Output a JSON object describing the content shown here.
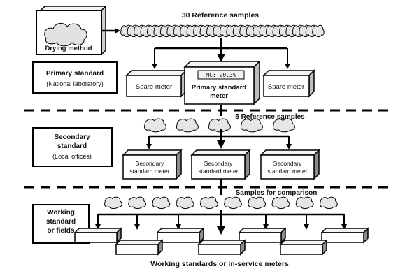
{
  "top": {
    "drying_method": "Drying method",
    "reference_samples": "30 Reference samples"
  },
  "primary": {
    "title": "Primary standard",
    "subtitle": "(National laboratory)",
    "spare_left": "Spare meter",
    "spare_right": "Spare meter",
    "meter_line1": "Primary standard",
    "meter_line2": "meter",
    "display": "MC: 20.3%"
  },
  "secondary": {
    "reference_samples": "5 Reference samples",
    "title_line1": "Secondary",
    "title_line2": "standard",
    "subtitle": "(Local offices)",
    "meters": [
      {
        "line1": "Secondary",
        "line2": "standard meter"
      },
      {
        "line1": "Secondary",
        "line2": "standard meter"
      },
      {
        "line1": "Secondary",
        "line2": "standard meter"
      }
    ]
  },
  "working": {
    "samples_label": "Samples for comparison",
    "title_line1": "Working",
    "title_line2": "standard",
    "title_line3": "or fields",
    "caption": "Working standards or in-service meters"
  }
}
